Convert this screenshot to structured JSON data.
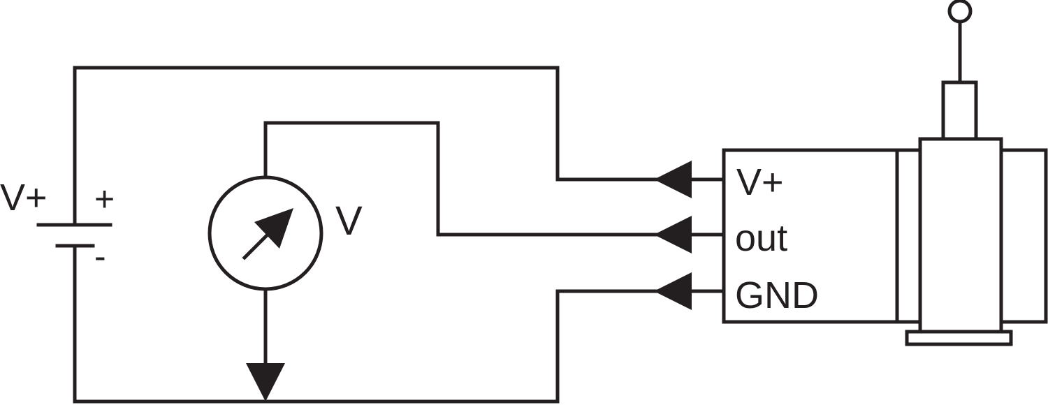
{
  "battery": {
    "voltage_label": "V+",
    "plus_sign": "+",
    "minus_sign": "-"
  },
  "voltmeter": {
    "label": "V"
  },
  "sensor": {
    "pins": [
      "V+",
      "out",
      "GND"
    ]
  },
  "colors": {
    "line": "#231f20",
    "background": "#ffffff"
  }
}
